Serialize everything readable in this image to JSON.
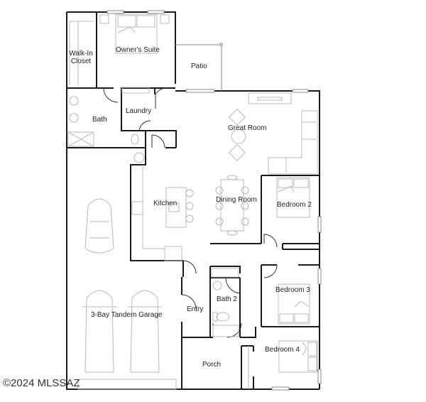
{
  "floorplan": {
    "rooms": {
      "walk_in_closet": "Walk-In\nCloset",
      "owners_suite": "Owner's Suite",
      "patio": "Patio",
      "bath": "Bath",
      "laundry": "Laundry",
      "great_room": "Great Room",
      "kitchen": "Kitchen",
      "dining_room": "Dining Room",
      "bedroom_2": "Bedroom 2",
      "bedroom_3": "Bedroom 3",
      "bath_2": "Bath 2",
      "entry": "Entry",
      "garage": "3-Bay Tandem Garage",
      "bedroom_4": "Bedroom 4",
      "porch": "Porch"
    },
    "colors": {
      "wall": "#1a1a1a",
      "fixture": "#b8b8b8",
      "background": "#ffffff"
    }
  },
  "watermark": "©2024 MLSSAZ"
}
